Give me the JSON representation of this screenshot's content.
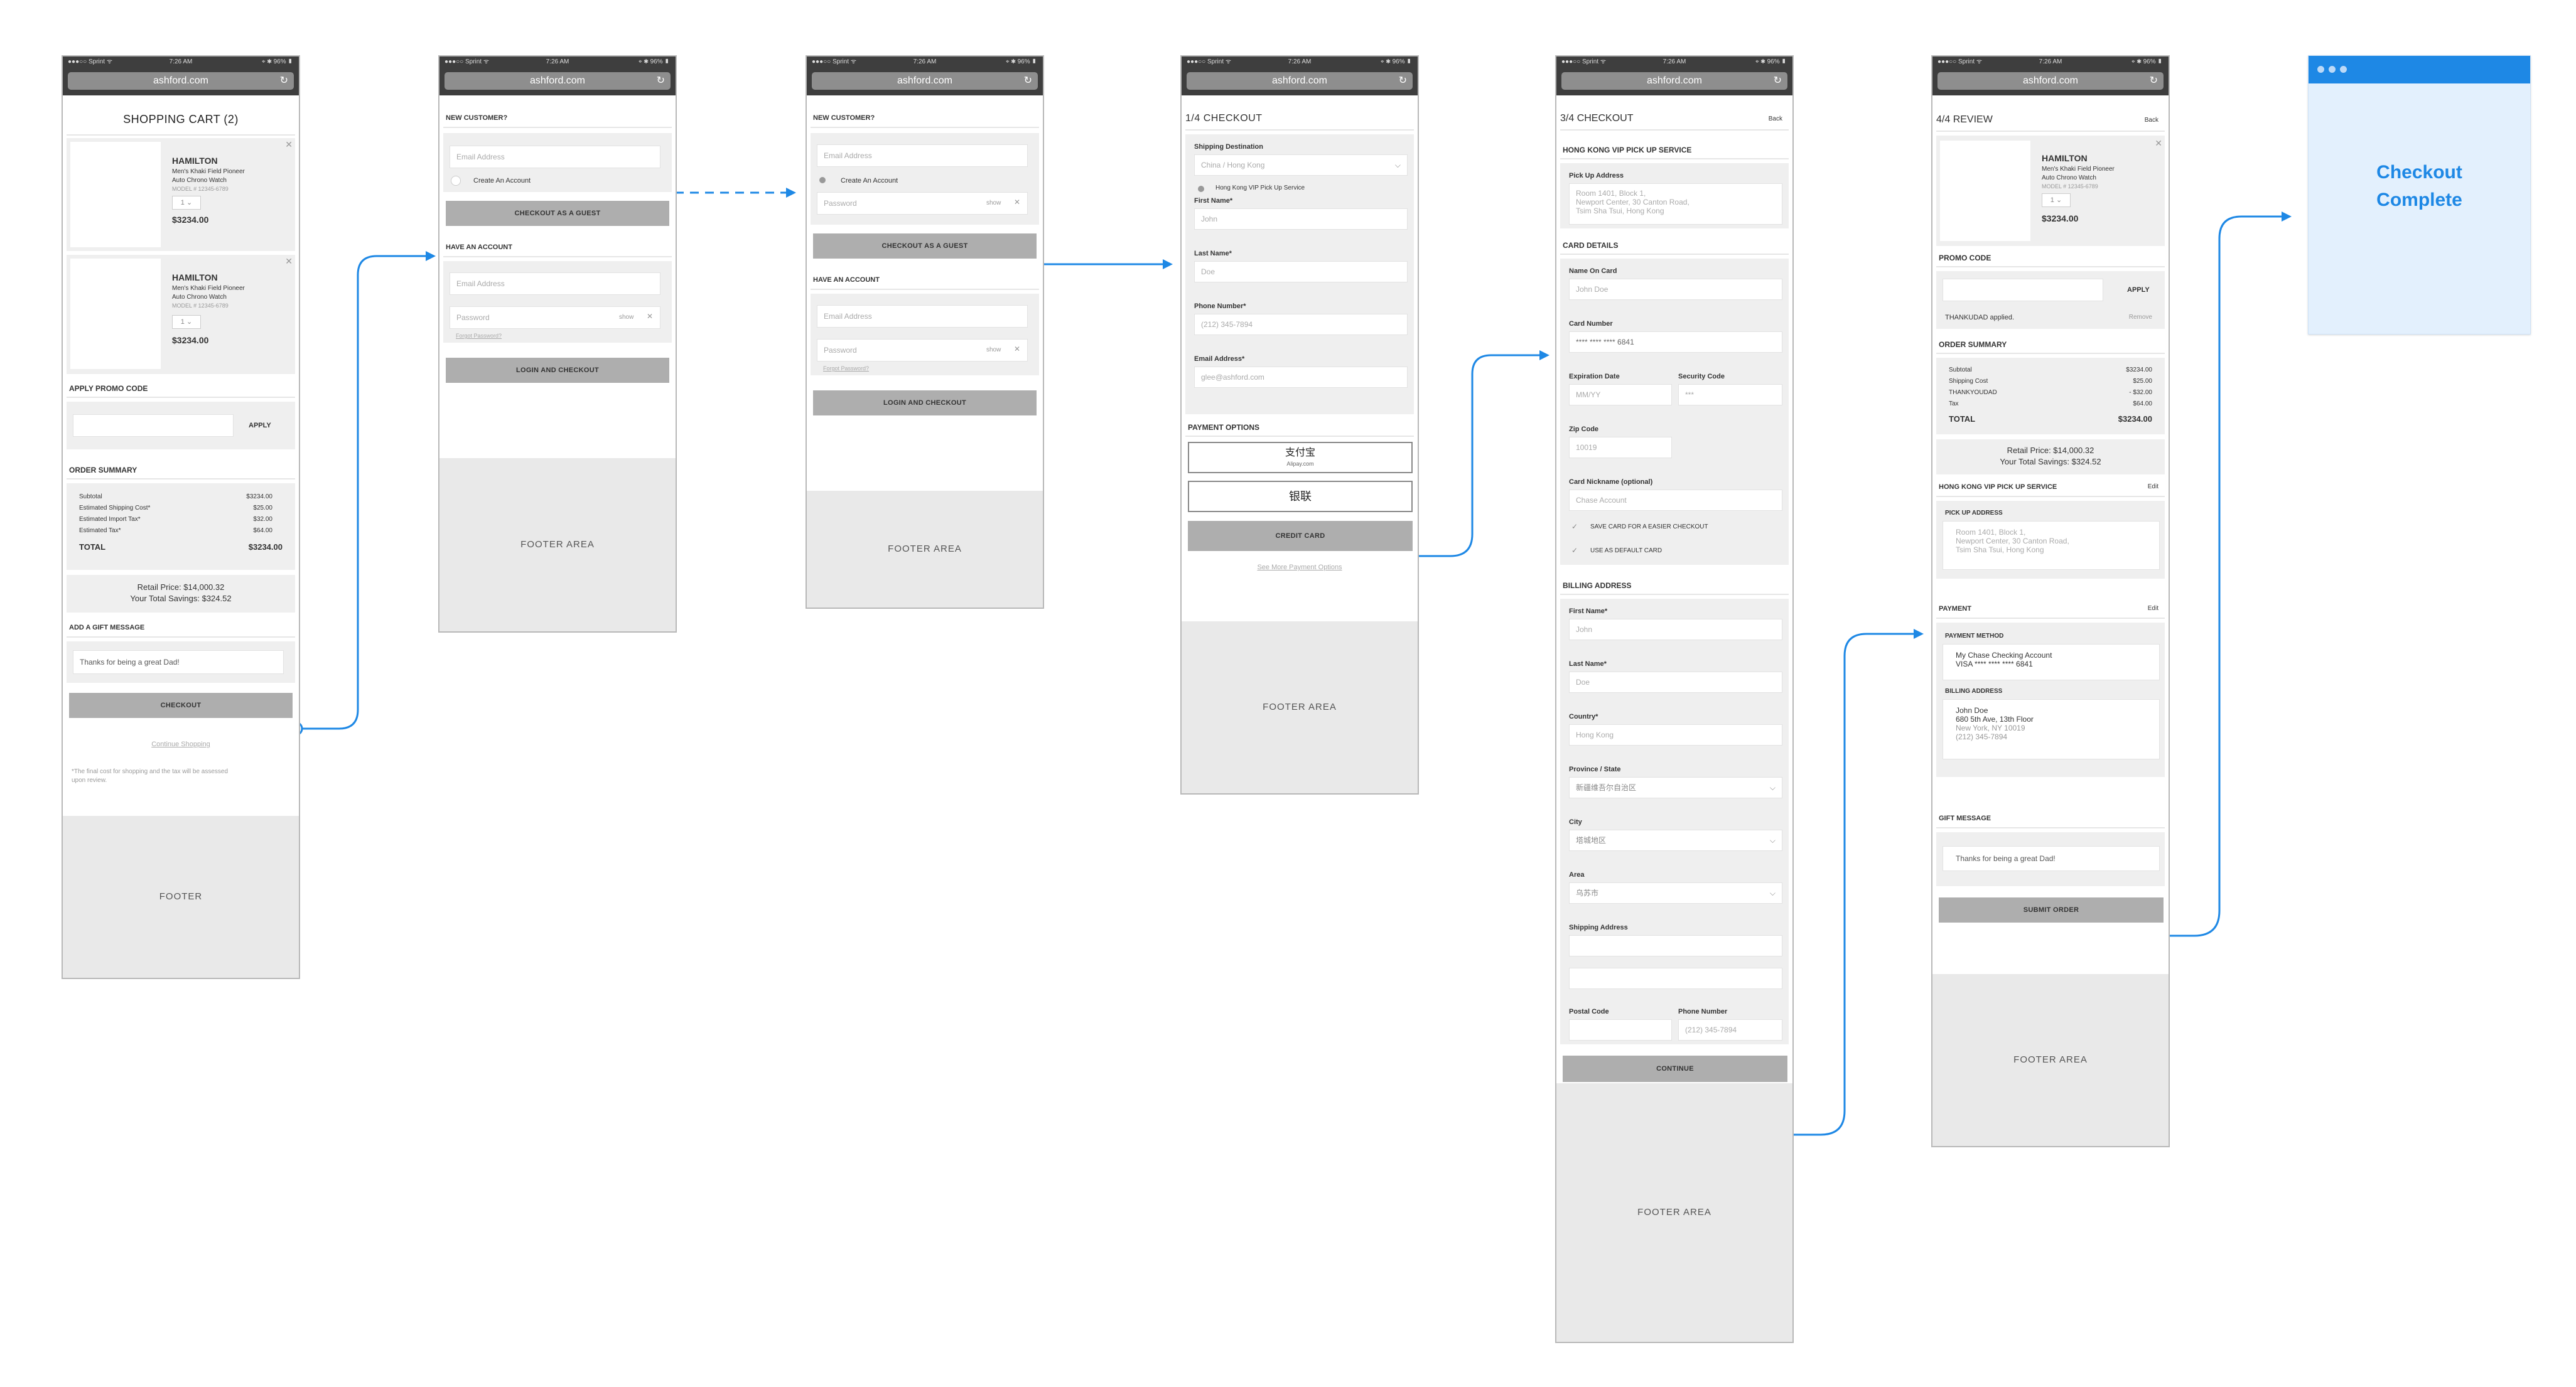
{
  "status": {
    "carrier": "●●●○○ Sprint ᯤ",
    "time": "7:26 AM",
    "battery": "⌖ ✱ 96% ▮"
  },
  "url": "ashford.com",
  "icons": {
    "reload": "↻",
    "close": "✕",
    "check": "✓",
    "chevron": "⌵"
  },
  "cart": {
    "title": "SHOPPING CART (2)",
    "items": [
      {
        "brand": "HAMILTON",
        "name1": "Men's Khaki Field Pioneer",
        "name2": "Auto Chrono Watch",
        "model": "MODEL # 12345-6789",
        "qty": "1",
        "price": "$3234.00"
      },
      {
        "brand": "HAMILTON",
        "name1": "Men's Khaki Field Pioneer",
        "name2": "Auto Chrono Watch",
        "model": "MODEL # 12345-6789",
        "qty": "1",
        "price": "$3234.00"
      }
    ],
    "promo_heading": "APPLY PROMO CODE",
    "apply": "APPLY",
    "summary_heading": "ORDER SUMMARY",
    "rows": [
      {
        "label": "Subtotal",
        "value": "$3234.00"
      },
      {
        "label": "Estimated Shipping Cost*",
        "value": "$25.00"
      },
      {
        "label": "Estimated Import Tax*",
        "value": "$32.00"
      },
      {
        "label": "Estimated Tax*",
        "value": "$64.00"
      }
    ],
    "total_label": "TOTAL",
    "total": "$3234.00",
    "retail": "Retail Price: $14,000.32",
    "savings": "Your Total Savings: $324.52",
    "gift_heading": "ADD A GIFT MESSAGE",
    "gift_msg": "Thanks for being a great Dad!",
    "checkout": "CHECKOUT",
    "continue": "Continue Shopping",
    "note1": "*The final cost for shopping and the tax will be assessed",
    "note2": "upon review.",
    "footer": "FOOTER"
  },
  "login": {
    "new_customer": "NEW CUSTOMER?",
    "email": "Email Address",
    "create": "Create An Account",
    "password": "Password",
    "show": "show",
    "guest": "CHECKOUT AS A GUEST",
    "have": "HAVE AN ACCOUNT",
    "forgot": "Forgot Password?",
    "login": "LOGIN AND CHECKOUT",
    "footer": "FOOTER AREA"
  },
  "step1": {
    "title": "1/4 CHECKOUT",
    "ship_dest": "Shipping Destination",
    "country": "China / Hong Kong",
    "hk": "Hong Kong VIP Pick Up Service",
    "first": "First Name*",
    "first_val": "John",
    "last": "Last Name*",
    "last_val": "Doe",
    "phone": "Phone Number*",
    "phone_val": "(212) 345-7894",
    "email": "Email Address*",
    "email_val": "glee@ashford.com",
    "pay_heading": "PAYMENT OPTIONS",
    "alipay1": "支付宝",
    "alipay2": "Alipay.com",
    "union": "银联",
    "credit": "CREDIT CARD",
    "more": "See More Payment Options",
    "footer": "FOOTER AREA"
  },
  "step3": {
    "title": "3/4 CHECKOUT",
    "back": "Back",
    "hk_heading": "HONG KONG VIP PICK UP SERVICE",
    "pickup": "Pick Up Address",
    "addr1": "Room 1401, Block 1,",
    "addr2": "Newport Center, 30 Canton Road,",
    "addr3": "Tsim Sha Tsui, Hong Kong",
    "card_heading": "CARD DETAILS",
    "name_on": "Name On Card",
    "name_val": "John Doe",
    "card_num": "Card Number",
    "card_val": "**** **** **** 6841",
    "exp": "Expiration Date",
    "exp_val": "MM/YY",
    "sec": "Security Code",
    "sec_val": "***",
    "zip": "Zip Code",
    "zip_val": "10019",
    "nick": "Card Nickname (optional)",
    "nick_val": "Chase Account",
    "save": "SAVE CARD FOR A EASIER CHECKOUT",
    "default": "USE AS DEFAULT CARD",
    "billing": "BILLING ADDRESS",
    "b_first": "First Name*",
    "b_first_val": "John",
    "b_last": "Last Name*",
    "b_last_val": "Doe",
    "b_country": "Country*",
    "b_country_val": "Hong Kong",
    "province": "Province / State",
    "province_val": "新疆维吾尔自治区",
    "city": "City",
    "city_val": "塔城地区",
    "area": "Area",
    "area_val": "乌苏市",
    "ship_addr": "Shipping Address",
    "postal": "Postal Code",
    "phone": "Phone Number",
    "phone_val": "(212) 345-7894",
    "continue": "CONTINUE",
    "footer": "FOOTER AREA"
  },
  "step4": {
    "title": "4/4 REVIEW",
    "back": "Back",
    "item": {
      "brand": "HAMILTON",
      "name1": "Men's Khaki Field Pioneer",
      "name2": "Auto Chrono Watch",
      "model": "MODEL # 12345-6789",
      "qty": "1",
      "price": "$3234.00"
    },
    "promo": "PROMO CODE",
    "apply": "APPLY",
    "applied": "THANKUDAD applied.",
    "remove": "Remove",
    "summary": "ORDER SUMMARY",
    "rows": [
      {
        "label": "Subtotal",
        "value": "$3234.00"
      },
      {
        "label": "Shipping Cost",
        "value": "$25.00"
      },
      {
        "label": "THANKYOUDAD",
        "value": "- $32.00"
      },
      {
        "label": "Tax",
        "value": "$64.00"
      }
    ],
    "total_label": "TOTAL",
    "total": "$3234.00",
    "retail": "Retail Price: $14,000.32",
    "savings": "Your Total Savings: $324.52",
    "hk": "HONG KONG VIP PICK UP SERVICE",
    "edit": "Edit",
    "pickup": "PICK UP ADDRESS",
    "addr1": "Room 1401, Block 1,",
    "addr2": "Newport Center, 30 Canton Road,",
    "addr3": "Tsim Sha Tsui, Hong Kong",
    "payment": "PAYMENT",
    "method": "PAYMENT METHOD",
    "acct": "My Chase Checking Account",
    "visa": "VISA **** **** **** 6841",
    "bill": "BILLING ADDRESS",
    "bname": "John Doe",
    "bline1": "680 5th Ave, 13th Floor",
    "bline2": "New York, NY 10019",
    "bline3": "(212) 345-7894",
    "gift": "GIFT MESSAGE",
    "gift_msg": "Thanks for being a great Dad!",
    "submit": "SUBMIT ORDER",
    "footer": "FOOTER AREA"
  },
  "complete": {
    "line1": "Checkout",
    "line2": "Complete"
  },
  "colors": {
    "flow": "#1e88e5",
    "panel": "#efefef",
    "button": "#aeaeae"
  }
}
